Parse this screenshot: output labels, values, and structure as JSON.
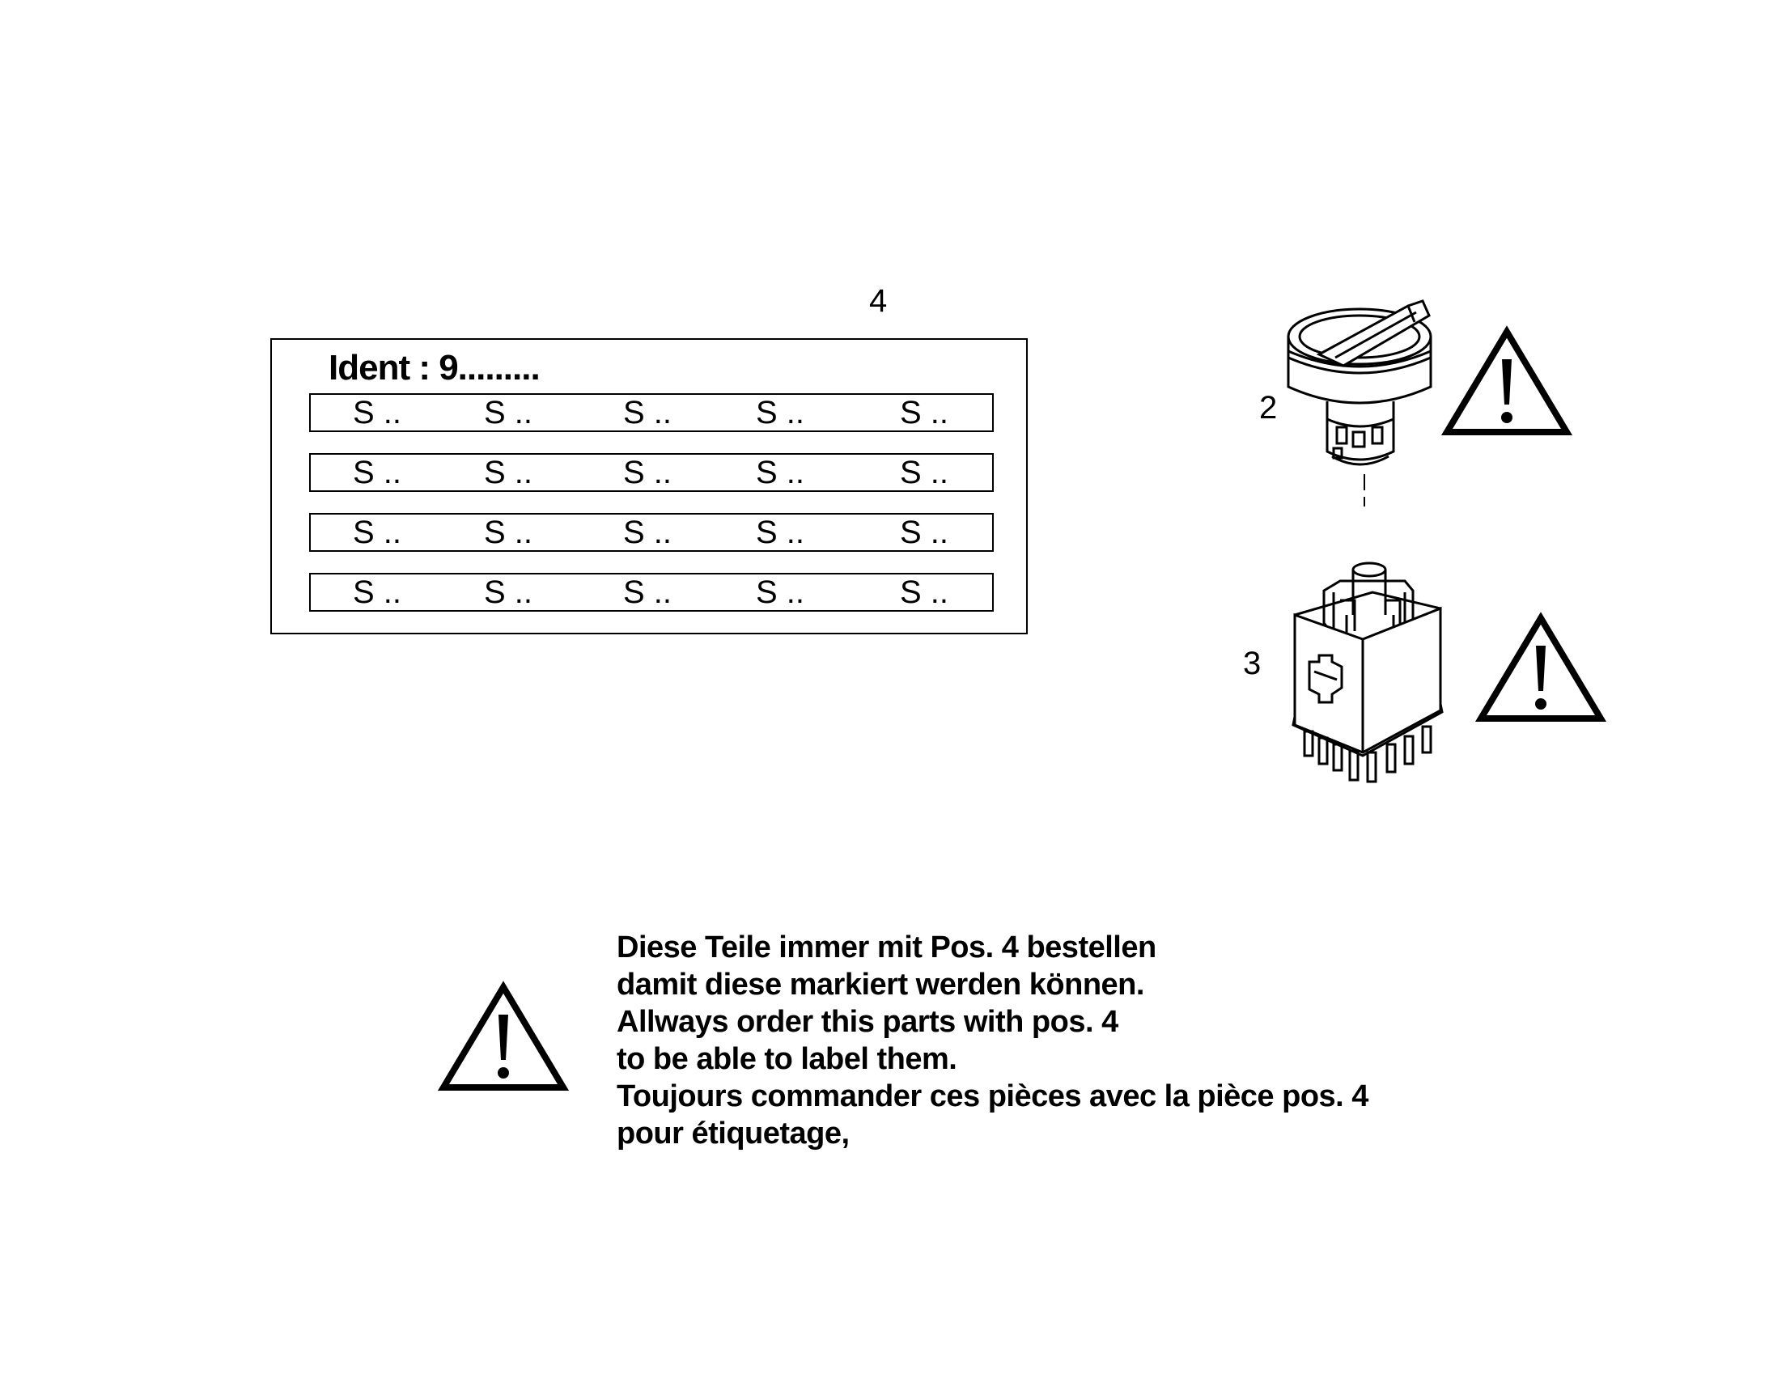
{
  "position_label_4": "4",
  "position_label_2": "2",
  "position_label_3": "3",
  "label_sheet": {
    "ident": "Ident : 9.........",
    "rows": [
      [
        "S ..",
        "S ..",
        "S ..",
        "S ..",
        "S .."
      ],
      [
        "S ..",
        "S ..",
        "S ..",
        "S ..",
        "S .."
      ],
      [
        "S ..",
        "S ..",
        "S ..",
        "S ..",
        "S .."
      ],
      [
        "S ..",
        "S ..",
        "S ..",
        "S ..",
        "S .."
      ]
    ]
  },
  "note": {
    "lines": [
      "Diese Teile immer mit Pos. 4   bestellen",
      "damit diese markiert werden können.",
      "Allways order this parts with pos. 4",
      "to be able to label them.",
      "Toujours commander ces pièces avec la pièce pos. 4",
      "pour étiquetage,"
    ]
  },
  "icons": {
    "warning_top": "warning-triangle-icon",
    "warning_middle": "warning-triangle-icon",
    "warning_note": "warning-triangle-icon",
    "selector_switch_head": "selector-switch-icon",
    "contact_block": "contact-block-icon"
  }
}
